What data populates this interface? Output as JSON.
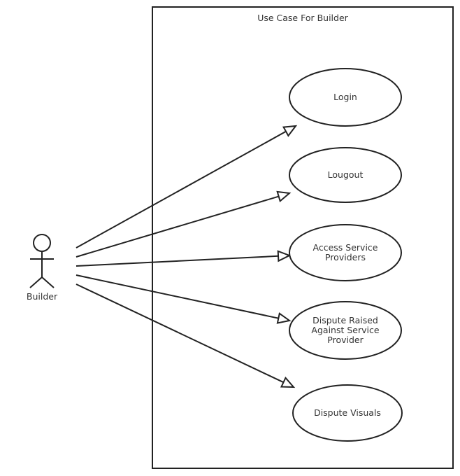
{
  "system": {
    "title": "Use Case For Builder"
  },
  "actor": {
    "name": "Builder"
  },
  "use_cases": [
    {
      "lines": [
        "Login"
      ]
    },
    {
      "lines": [
        "Lougout"
      ]
    },
    {
      "lines": [
        "Access Service",
        "Providers"
      ]
    },
    {
      "lines": [
        "Dispute Raised",
        "Against Service",
        "Provider"
      ]
    },
    {
      "lines": [
        "Dispute Visuals"
      ]
    }
  ],
  "colors": {
    "stroke": "#222222",
    "text": "#333333",
    "background": "#ffffff"
  }
}
